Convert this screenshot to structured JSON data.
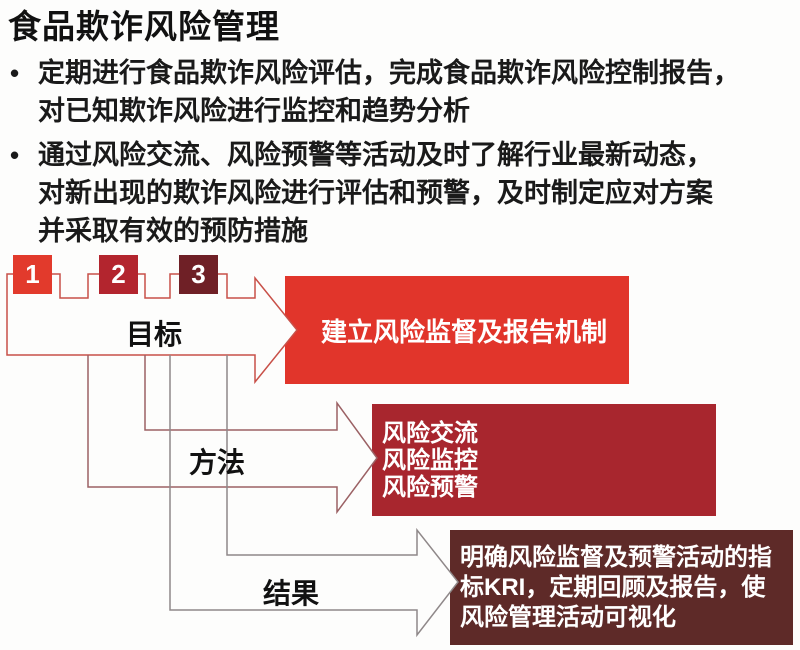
{
  "title": "食品欺诈风险管理",
  "bullets": [
    {
      "marker": "•",
      "lines": [
        "定期进行食品欺诈风险评估，完成食品欺诈风险控制报告，",
        "对已知欺诈风险进行监控和趋势分析"
      ]
    },
    {
      "marker": "•",
      "lines": [
        "通过风险交流、风险预警等活动及时了解行业最新动态，",
        "对新出现的欺诈风险进行评估和预警，及时制定应对方案",
        "并采取有效的预防措施"
      ]
    }
  ],
  "diagram": {
    "steps": [
      "1",
      "2",
      "3"
    ],
    "rows": [
      {
        "label": "目标",
        "box_lines": [
          "建立风险监督及报告机制"
        ]
      },
      {
        "label": "方法",
        "box_lines": [
          "风险交流",
          "风险监控",
          "风险预警"
        ]
      },
      {
        "label": "结果",
        "box_lines": [
          "明确风险监督及预警活动的指",
          "标KRI，定期回顾及报告，使",
          "风险管理活动可视化"
        ]
      }
    ],
    "colors": {
      "step1": "#e23a2c",
      "step2": "#b3252e",
      "step3": "#6f2026",
      "box1": "#e1352b",
      "box2": "#a8262e",
      "box3": "#5e2a28",
      "arrow1_outline": "#c85048",
      "arrow2_outline": "#9b6164",
      "arrow3_outline": "#8f8889",
      "text_on_box": "#ffffff",
      "body_text": "#1a1a1a"
    }
  }
}
